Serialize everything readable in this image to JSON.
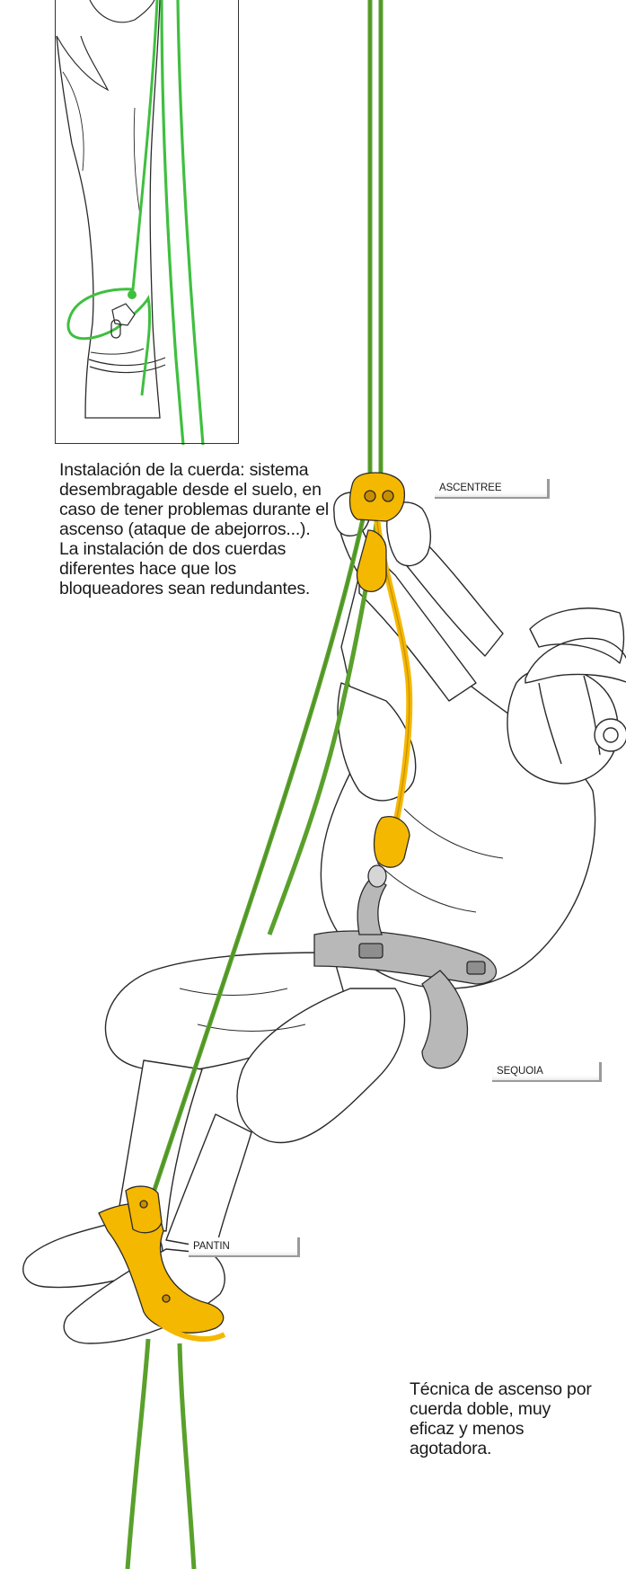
{
  "captions": {
    "installation": "Instalación de la cuerda: sistema desembragable desde el suelo, en caso de tener problemas durante el ascenso (ataque de abejorros...). La instalación de dos cuerdas diferentes hace que los bloqueadores sean redundantes.",
    "technique": "Técnica de ascenso por cuerda doble, muy eficaz y menos agotadora."
  },
  "labels": {
    "ascentree": "ASCENTREE",
    "sequoia": "SEQUOIA",
    "pantin": "PANTIN"
  },
  "colors": {
    "rope_green": "#5aa02c",
    "rope_green_dark": "#3f7f1e",
    "device_yellow": "#f5b800",
    "device_yellow_dark": "#c98e00",
    "inset_rope_green": "#3fbf3f",
    "outline": "#2a2a2a",
    "harness_grey": "#8e8e8e"
  }
}
